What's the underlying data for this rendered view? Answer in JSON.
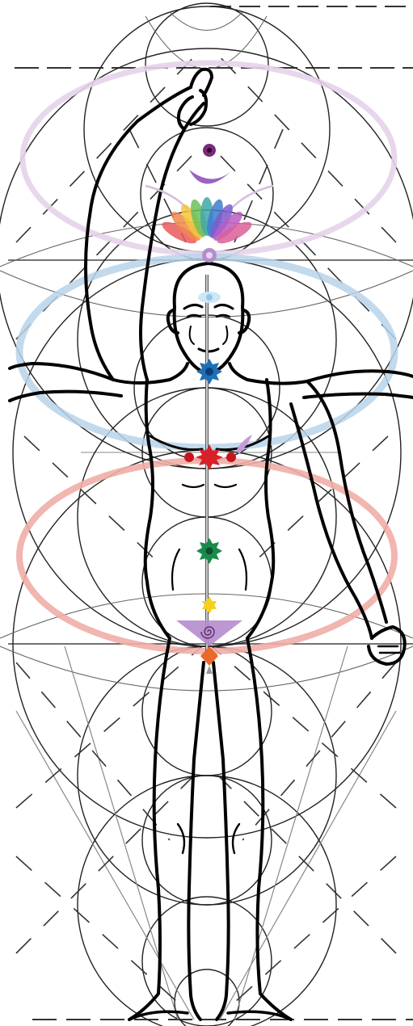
{
  "diagram": {
    "style": "sacred-geometry figure with chakra column",
    "colors": {
      "line": "#111111",
      "grid": "#555555",
      "crown_ellipse": "#e6d3ea",
      "heart_ellipse": "#b8d3ea",
      "sacral_ellipse": "#f0aea6",
      "crown_dot": "#7a2a7a",
      "moon": "#9a62c2",
      "third_eye": "#cfe6f6",
      "throat": "#1f6fb5",
      "heart": "#d8202b",
      "solar": "#1a8a4a",
      "navel": "#f4d21c",
      "root": "#e8692a",
      "spiral_cone": "#b58ccc"
    },
    "chakras": [
      {
        "name": "crown-point",
        "icon": "dot-icon"
      },
      {
        "name": "crescent-moon",
        "icon": "moon-icon"
      },
      {
        "name": "thousand-petal-lotus",
        "icon": "lotus-icon"
      },
      {
        "name": "crown-chakra",
        "icon": "orb-icon"
      },
      {
        "name": "third-eye",
        "icon": "eye-icon"
      },
      {
        "name": "throat",
        "icon": "star-icon"
      },
      {
        "name": "heart",
        "icon": "star-icon"
      },
      {
        "name": "solar-plexus",
        "icon": "star-icon"
      },
      {
        "name": "navel",
        "icon": "hexagram-icon"
      },
      {
        "name": "sacral-spiral",
        "icon": "spiral-cone-icon"
      },
      {
        "name": "root",
        "icon": "diamond-icon"
      }
    ]
  }
}
